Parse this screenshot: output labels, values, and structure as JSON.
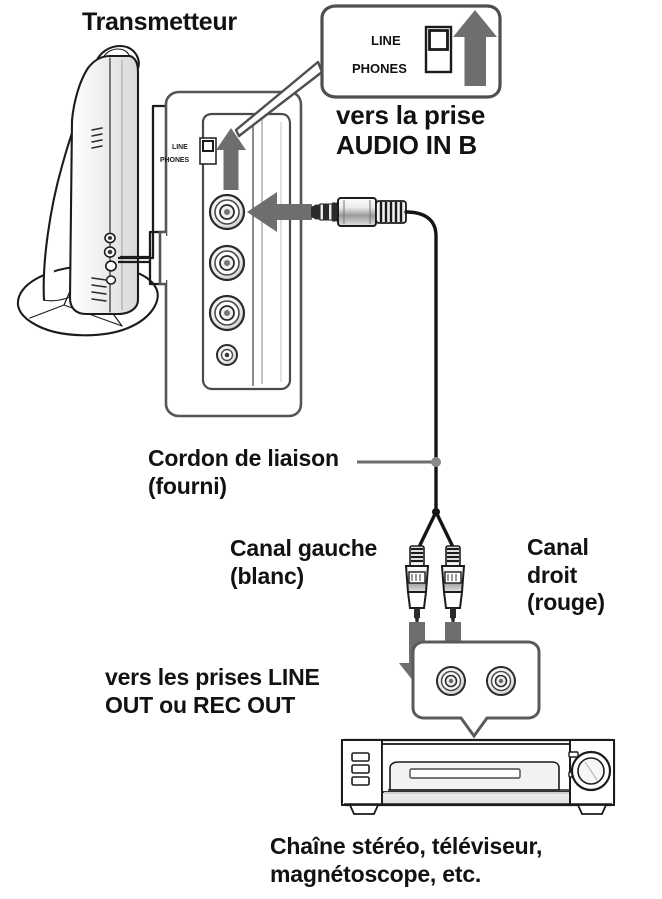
{
  "diagram": {
    "title": "Transmetteur",
    "language": "fr",
    "type": "audio-connection-diagram",
    "line_color": "#1a1a1a",
    "arrow_color": "#6e6e6e",
    "fill_color": "#ffffff"
  },
  "labels": {
    "transmitter": "Transmetteur",
    "audio_in": "vers la prise\nAUDIO IN B",
    "cordon": "Cordon de liaison\n(fourni)",
    "canal_gauche": "Canal gauche\n(blanc)",
    "canal_droit": "Canal\ndroit\n(rouge)",
    "line_out": "vers les prises LINE\nOUT ou REC OUT",
    "source_device": "Chaîne stéréo, téléviseur,\nmagnétoscope, etc."
  },
  "callout_switch": {
    "name": "LINE / PHONES selector",
    "option_top": "LINE",
    "option_bottom": "PHONES",
    "selected": "LINE",
    "arrow_direction": "up"
  },
  "panel_switch": {
    "option_top": "LINE",
    "option_bottom": "PHONES"
  },
  "transmitter_panel": {
    "jacks": [
      {
        "name": "AUDIO IN B",
        "size": "large",
        "connected": true
      },
      {
        "name": "jack-2",
        "size": "large",
        "connected": false
      },
      {
        "name": "jack-3",
        "size": "large",
        "connected": false
      },
      {
        "name": "jack-4",
        "size": "small",
        "connected": false
      }
    ]
  },
  "cable": {
    "name": "Cordon de liaison (fourni)",
    "supplied": true,
    "plug_transmitter_end": "stereo mini plug 3.5 mm",
    "plug_source_end": "2 x RCA phono",
    "channels": [
      {
        "side": "left",
        "label": "Canal gauche",
        "color_name": "blanc"
      },
      {
        "side": "right",
        "label": "Canal droit",
        "color_name": "rouge"
      }
    ]
  },
  "source_jacks": {
    "label": "LINE OUT ou REC OUT",
    "count": 2
  },
  "receiver": {
    "caption": "Chaîne stéréo, téléviseur, magnétoscope, etc.",
    "buttons": 3,
    "knob": 1
  }
}
